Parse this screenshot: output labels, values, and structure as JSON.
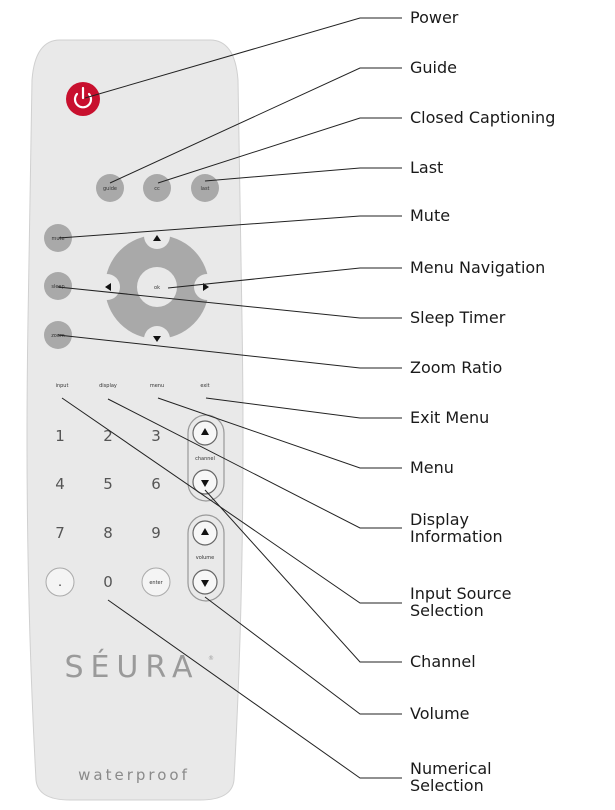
{
  "remote": {
    "brand": "SÉURA",
    "registered_mark": "®",
    "tagline": "waterproof",
    "buttons": {
      "guide": "guide",
      "cc": "cc",
      "last": "last",
      "mute": "mute",
      "sleep": "sleep",
      "zoom": "zoom",
      "ok": "ok",
      "input": "input",
      "display": "display",
      "menu": "menu",
      "exit": "exit",
      "enter": "enter",
      "dot": ".",
      "channel": "channel",
      "volume": "volume"
    },
    "digits": [
      "1",
      "2",
      "3",
      "4",
      "5",
      "6",
      "7",
      "8",
      "9",
      "0"
    ],
    "colors": {
      "power": "#c8102e",
      "body": "#e8e8e8",
      "buttons": "#a9a9a9"
    }
  },
  "callouts": [
    {
      "name": "callout-power",
      "text": "Power"
    },
    {
      "name": "callout-guide",
      "text": "Guide"
    },
    {
      "name": "callout-closed-captioning",
      "text": "Closed Captioning"
    },
    {
      "name": "callout-last",
      "text": "Last"
    },
    {
      "name": "callout-mute",
      "text": "Mute"
    },
    {
      "name": "callout-menu-navigation",
      "text": "Menu Navigation"
    },
    {
      "name": "callout-sleep-timer",
      "text": "Sleep Timer"
    },
    {
      "name": "callout-zoom-ratio",
      "text": "Zoom Ratio"
    },
    {
      "name": "callout-exit-menu",
      "text": "Exit Menu"
    },
    {
      "name": "callout-menu",
      "text": "Menu"
    },
    {
      "name": "callout-display-information",
      "text": "Display\nInformation"
    },
    {
      "name": "callout-input-source-selection",
      "text": "Input Source\nSelection"
    },
    {
      "name": "callout-channel",
      "text": "Channel"
    },
    {
      "name": "callout-volume",
      "text": "Volume"
    },
    {
      "name": "callout-numerical-selection",
      "text": "Numerical\nSelection"
    }
  ]
}
